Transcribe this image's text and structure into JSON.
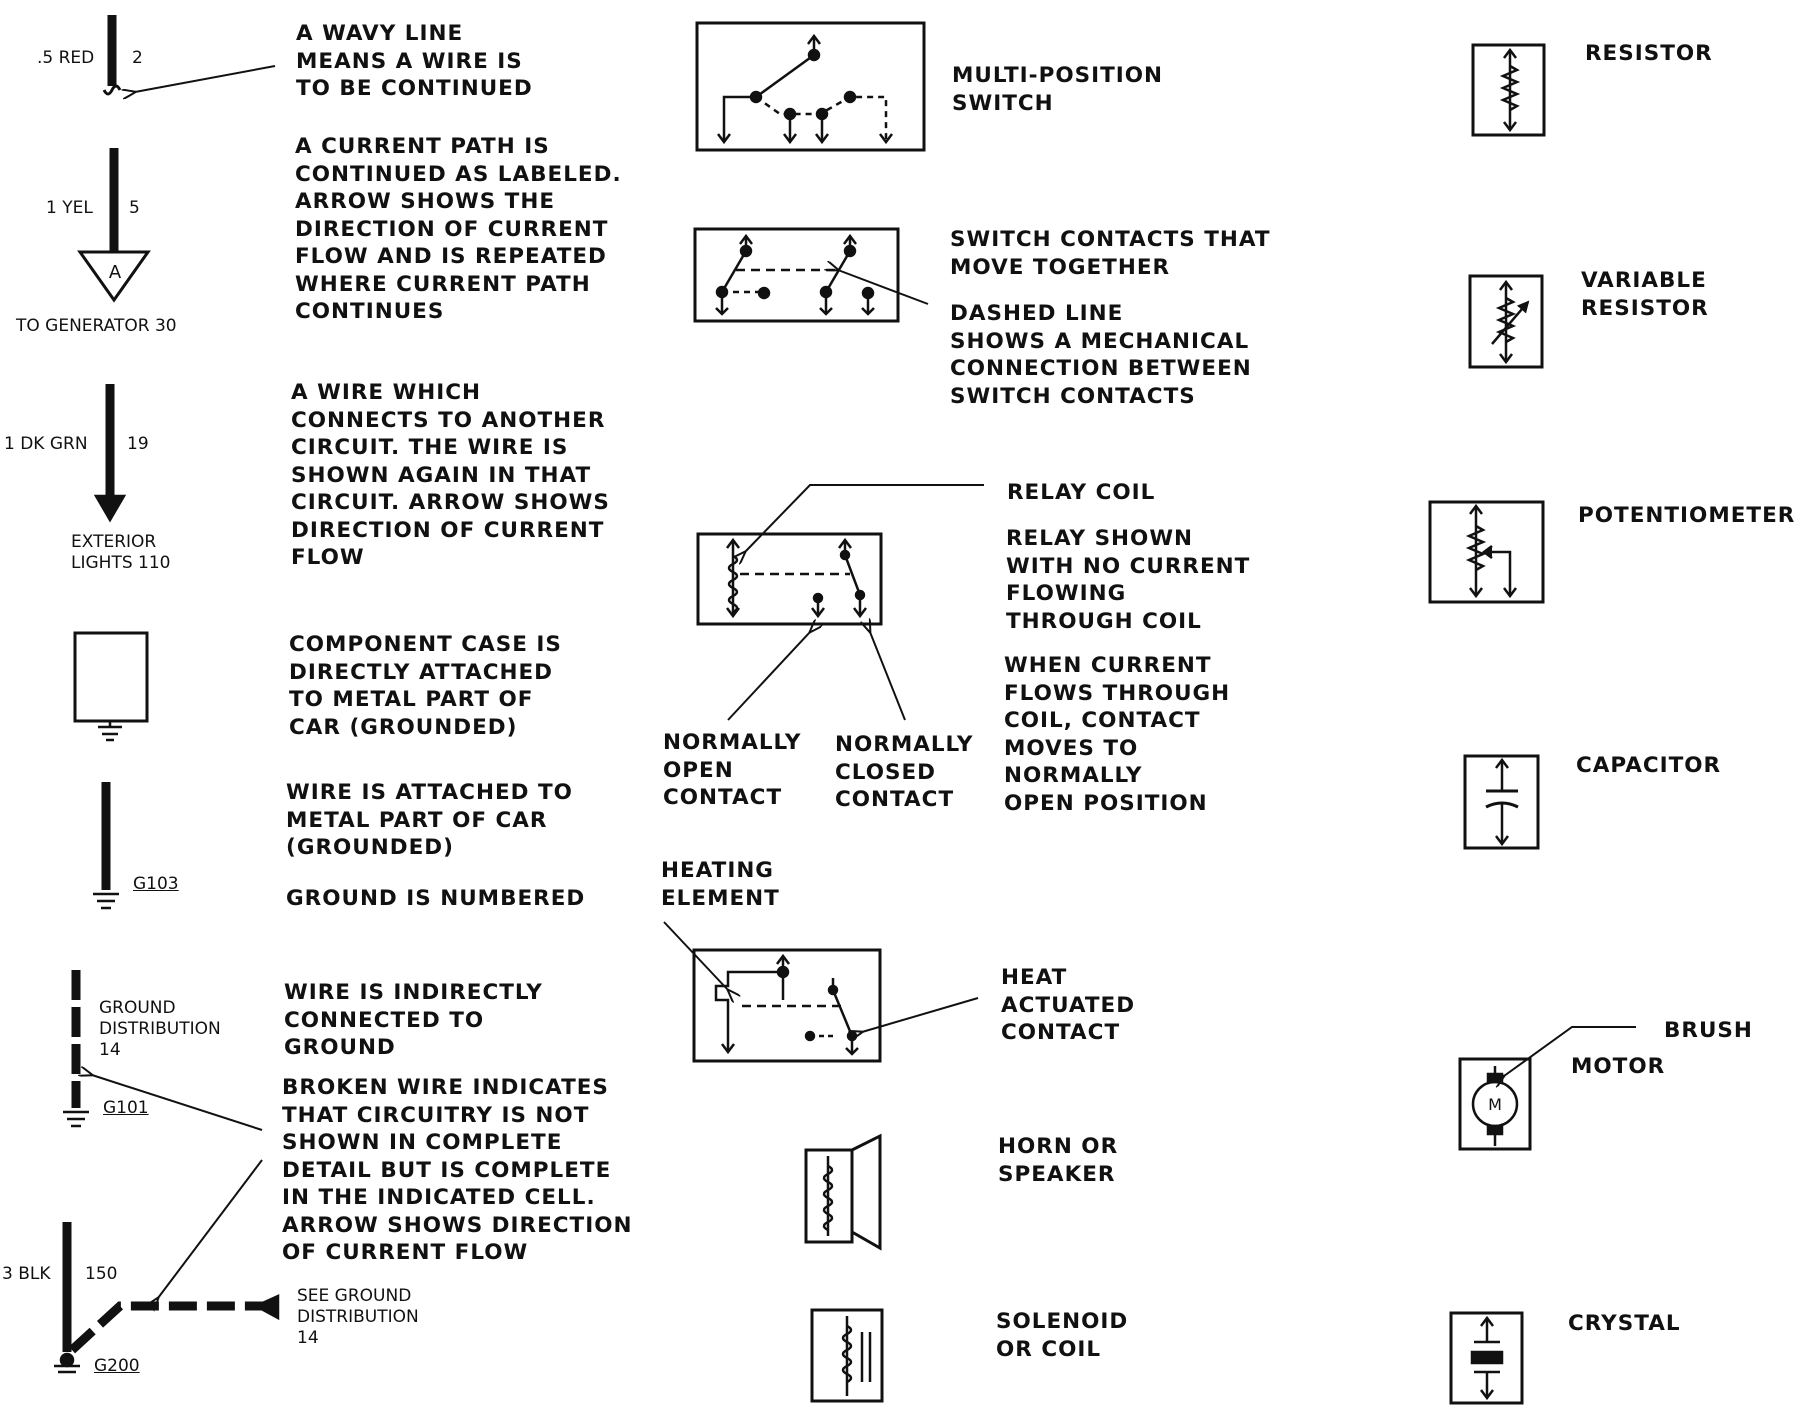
{
  "left_column": {
    "wavy": {
      "wire": ".5 RED",
      "circuit": "2",
      "desc": "A WAVY LINE\nMEANS A WIRE IS\nTO BE CONTINUED"
    },
    "continued": {
      "wire": "1 YEL",
      "circuit": "5",
      "letter": "A",
      "dest": "TO GENERATOR 30",
      "desc": "A CURRENT PATH IS\nCONTINUED AS LABELED.\nARROW SHOWS THE\nDIRECTION OF CURRENT\nFLOW AND IS REPEATED\nWHERE CURRENT PATH\nCONTINUES"
    },
    "connects": {
      "wire": "1 DK GRN",
      "circuit": "19",
      "dest": "EXTERIOR\nLIGHTS 110",
      "desc": "A WIRE WHICH\nCONNECTS TO ANOTHER\nCIRCUIT. THE WIRE IS\nSHOWN AGAIN IN THAT\nCIRCUIT. ARROW SHOWS\nDIRECTION OF CURRENT\nFLOW"
    },
    "case_ground": {
      "desc": "COMPONENT CASE IS\nDIRECTLY ATTACHED\nTO METAL PART OF\nCAR (GROUNDED)"
    },
    "wire_ground": {
      "label": "G103",
      "desc": "WIRE IS ATTACHED TO\nMETAL PART OF CAR\n(GROUNDED)",
      "desc2": "GROUND IS NUMBERED"
    },
    "indirect": {
      "dist": "GROUND\nDISTRIBUTION\n14",
      "label": "G101",
      "desc": "WIRE IS INDIRECTLY\nCONNECTED TO\nGROUND"
    },
    "broken": {
      "desc": "BROKEN WIRE INDICATES\nTHAT CIRCUITRY IS NOT\nSHOWN IN COMPLETE\nDETAIL BUT IS COMPLETE\nIN THE INDICATED CELL.\nARROW SHOWS DIRECTION\nOF CURRENT FLOW",
      "wire": "3 BLK",
      "circuit": "150",
      "see": "SEE GROUND\nDISTRIBUTION\n14",
      "label": "G200"
    }
  },
  "middle_column": {
    "multi_switch": "MULTI-POSITION\nSWITCH",
    "switch_together": "SWITCH CONTACTS THAT\nMOVE TOGETHER",
    "dashed_line": "DASHED LINE\nSHOWS A MECHANICAL\nCONNECTION BETWEEN\nSWITCH CONTACTS",
    "relay_coil": "RELAY COIL",
    "relay_shown": "RELAY SHOWN\nWITH NO CURRENT\nFLOWING\nTHROUGH COIL",
    "when_current": "WHEN CURRENT\nFLOWS THROUGH\nCOIL, CONTACT\nMOVES TO\nNORMALLY\nOPEN POSITION",
    "normally_open": "NORMALLY\nOPEN\nCONTACT",
    "normally_closed": "NORMALLY\nCLOSED\nCONTACT",
    "heating_element": "HEATING\nELEMENT",
    "heat_actuated": "HEAT\nACTUATED\nCONTACT",
    "horn": "HORN OR\nSPEAKER",
    "solenoid": "SOLENOID\nOR COIL"
  },
  "right_column": {
    "resistor": "RESISTOR",
    "variable_resistor": "VARIABLE\nRESISTOR",
    "potentiometer": "POTENTIOMETER",
    "capacitor": "CAPACITOR",
    "brush": "BRUSH",
    "motor": "MOTOR",
    "motor_letter": "M",
    "crystal": "CRYSTAL"
  }
}
